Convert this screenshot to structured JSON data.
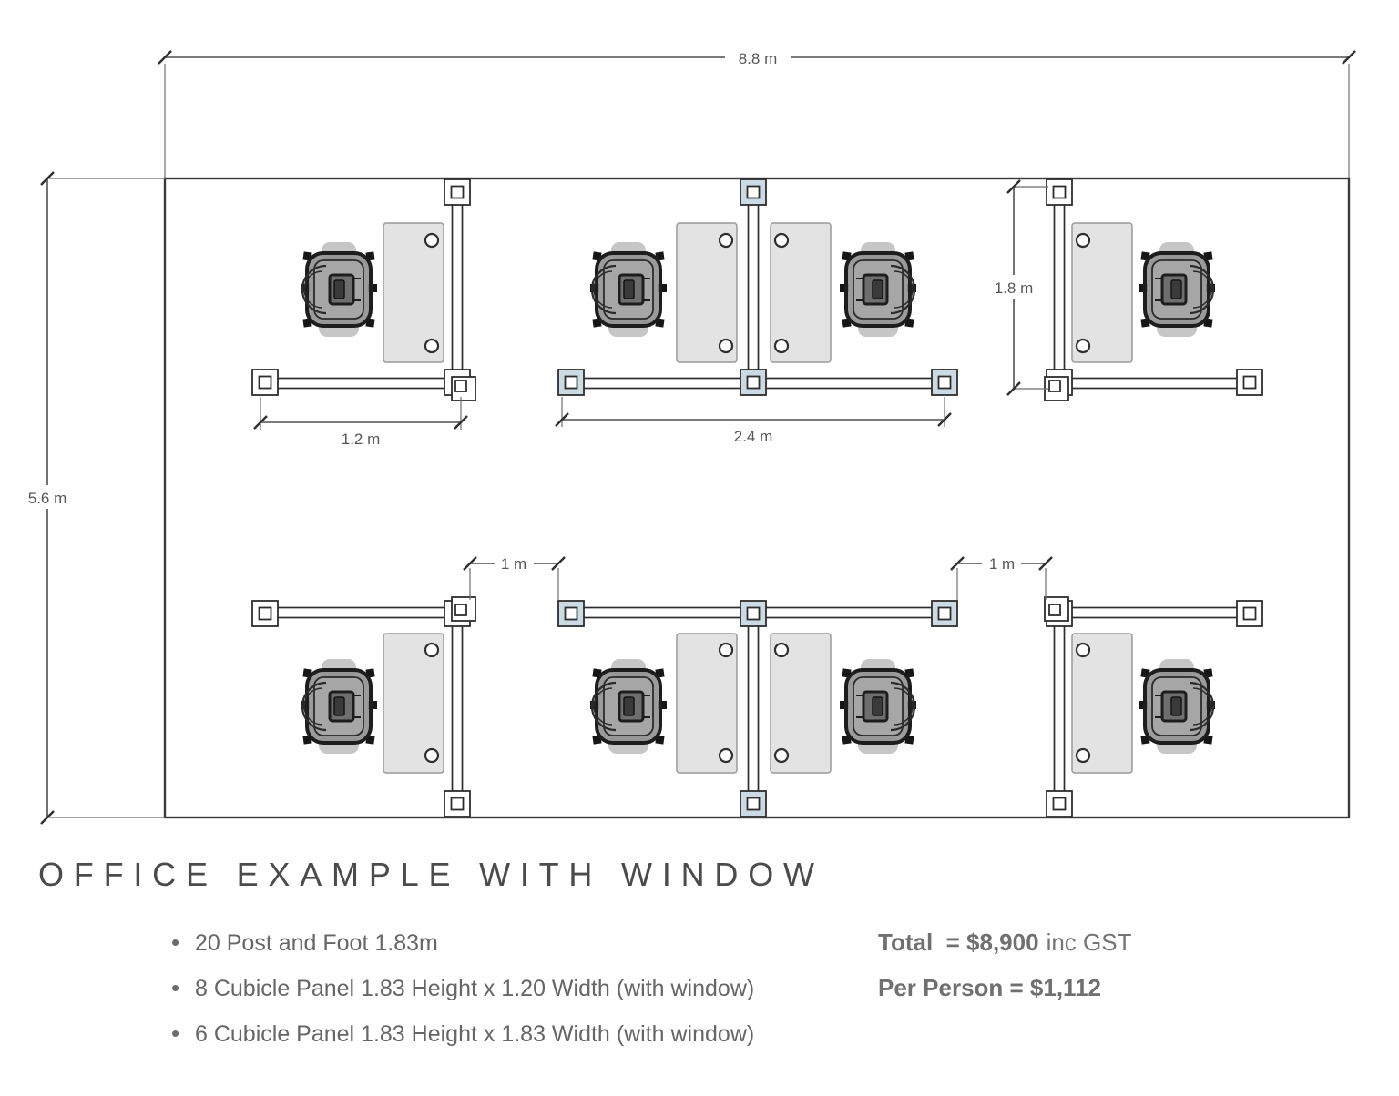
{
  "title": "OFFICE EXAMPLE WITH WINDOW",
  "diagram": {
    "labels": {
      "room_width": "8.8 m",
      "room_height": "5.6 m",
      "single_run": "1.2 m",
      "double_run": "2.4 m",
      "panel_depth": "1.8 m",
      "gap_left": "1 m",
      "gap_right": "1 m"
    },
    "colors": {
      "wall": "#3b3b3b",
      "desk_fill": "#e3e3e3",
      "window_post_fill": "#ccdae3",
      "standard_post_fill": "#ffffff",
      "dimension_text": "#565656"
    }
  },
  "bom": {
    "items": [
      "20 Post and Foot 1.83m",
      "8 Cubicle Panel 1.83 Height x 1.20 Width (with window)",
      "6 Cubicle Panel 1.83 Height x 1.83 Width (with window)"
    ]
  },
  "pricing": {
    "total_bold": "Total  = $8,900",
    "total_regular": "inc GST",
    "per_person_bold": "Per Person = $1,112"
  }
}
